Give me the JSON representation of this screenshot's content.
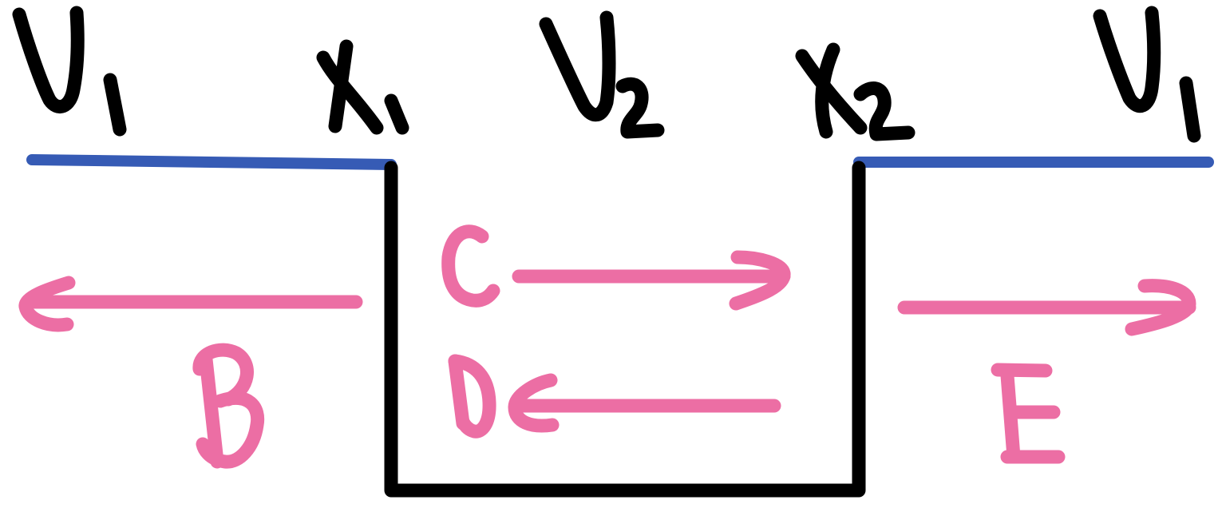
{
  "colors": {
    "potential_line": "#365bb5",
    "well": "#000000",
    "wave_arrows": "#ec6ea4",
    "background": "#ffffff"
  },
  "labels": {
    "region_left": "V1",
    "boundary_left": "x1",
    "region_middle": "V2",
    "boundary_right": "x2",
    "region_right": "V1",
    "wave_b": "B",
    "wave_c": "C",
    "wave_d": "D",
    "wave_e": "E"
  },
  "arrows": {
    "b": "left",
    "c": "right",
    "d": "left",
    "e": "right"
  }
}
